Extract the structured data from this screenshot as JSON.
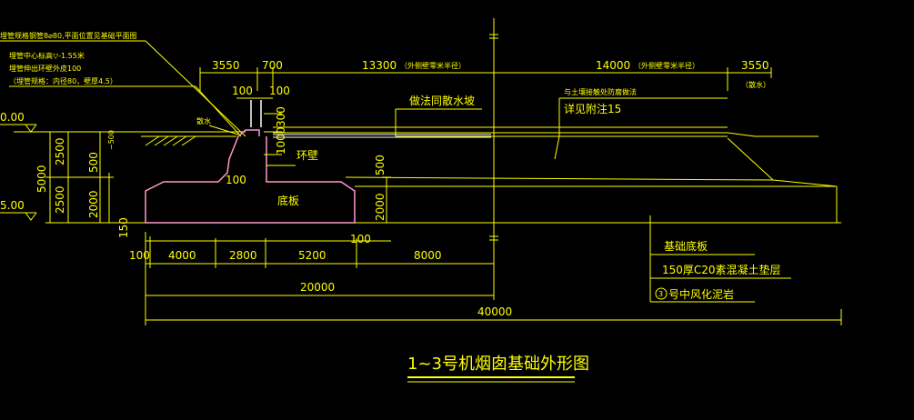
{
  "drawing": {
    "title": "1~3号机烟囱基础外形图",
    "notes": {
      "pipe_note_1": "埋管规格钢管8⌀80,平面位置见基础平面图",
      "pipe_note_2": "埋管中心标高▽-1.55米",
      "pipe_note_3": "埋管伸出环壁外皮100",
      "pipe_note_4": "（埋管规格：内径80，壁厚4.5）",
      "drain": "散水",
      "same_as_drain_slope": "做法同散水坡",
      "soil_contact": "与土壤接触处防腐做法",
      "see_note": "详见附注15",
      "ring_wall": "环壁",
      "base_plate": "底板",
      "foundation_bottom": "基础底板",
      "cushion": "150厚C20素混凝土垫层",
      "rock_layer": "号中风化泥岩",
      "rock_layer_num": "3",
      "outer_radius_label": "（外侧壁零米半径）",
      "outer_radius_label2": "（外侧壁零米半径）",
      "drain_label": "（散水）"
    },
    "elevations": {
      "top": "0.00",
      "bottom": "5.00"
    },
    "dims_top": {
      "d1": "3550",
      "d2": "700",
      "d3": "13300",
      "d4": "14000",
      "d5": "3550",
      "d100a": "100",
      "d100b": "100",
      "d300": "300",
      "d1000": "1000"
    },
    "dims_left": {
      "total": "5000",
      "upper": "2500",
      "lower": "2500",
      "d500": "500",
      "d2000": "2000",
      "d500b": "~500",
      "d150": "150"
    },
    "dims_right": {
      "d500": "500",
      "d2000": "2000",
      "d100": "100"
    },
    "dims_bottom": {
      "d100": "100",
      "d4000": "4000",
      "d2800": "2800",
      "d5200": "5200",
      "d100b": "100",
      "d8000": "8000",
      "d20000": "20000",
      "d40000": "40000"
    },
    "colors": {
      "background": "#000000",
      "line": "#ffff00",
      "pink": "#ff99cc",
      "white": "#ffffff"
    }
  }
}
